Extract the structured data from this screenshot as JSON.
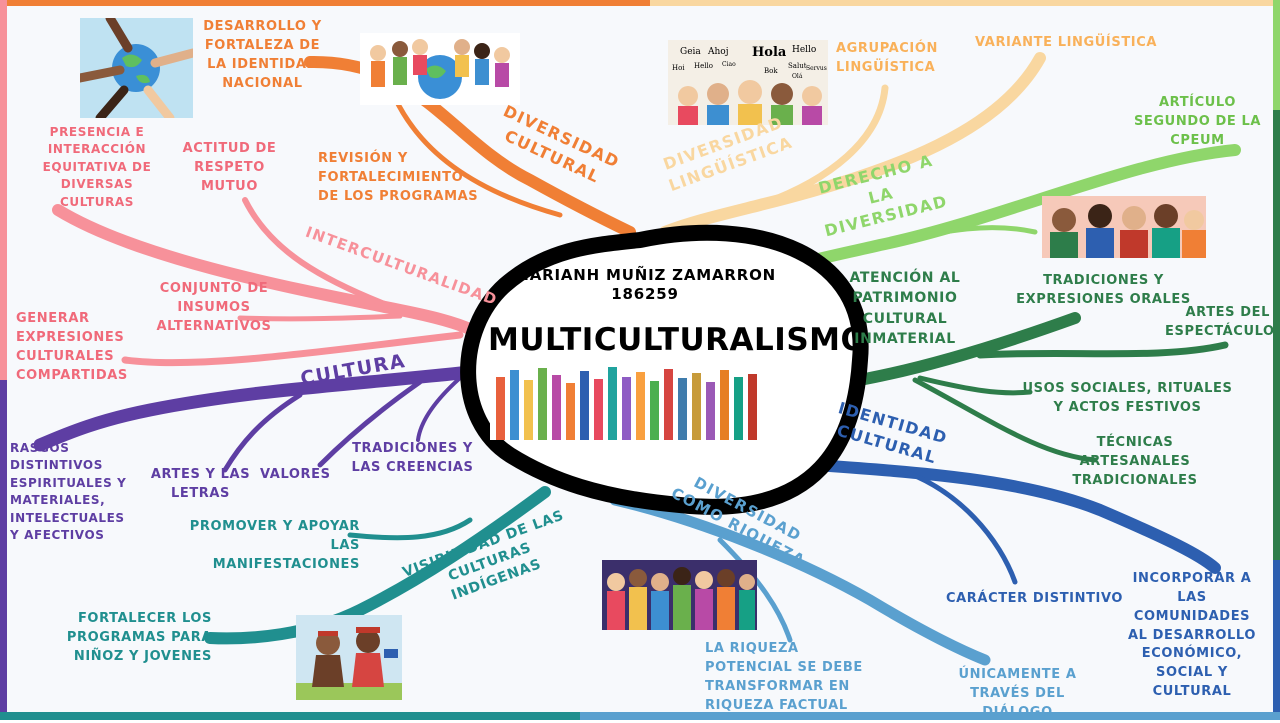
{
  "center": {
    "title": "MULTICULTURALISMO",
    "author_name": "MARIANH MUÑIZ ZAMARRON",
    "author_id": "186259"
  },
  "colors": {
    "diversidad_cultural": "#f07f35",
    "diversidad_linguistica": "#f9d7a0",
    "derecho": "#8fd66b",
    "patrimonio": "#2e7d4a",
    "identidad": "#2d5fb0",
    "riqueza": "#5aa0cf",
    "visibilidad": "#208f8f",
    "cultura": "#5e3ea3",
    "interculturalidad": "#f7919a",
    "center_ring": "#000000"
  },
  "branches": {
    "diversidad_cultural": "DIVERSIDAD CULTURAL",
    "diversidad_linguistica": "DIVERSIDAD LINGÜÍSTICA",
    "derecho": "DERECHO A LA DIVERSIDAD",
    "patrimonio": "ATENCIÓN AL PATRIMONIO CULTURAL INMATERIAL",
    "identidad": "IDENTIDAD CULTURAL",
    "riqueza": "DIVERSIDAD COMO RIQUEZA",
    "visibilidad": "VISIBILIDAD DE LAS CULTURAS INDÍGENAS",
    "cultura": "CULTURA",
    "interculturalidad": "INTERCULTURALIDAD"
  },
  "leaves": {
    "identidad_nacional": "DESARROLLO Y FORTALEZA DE LA IDENTIDAD NACIONAL",
    "revision": "REVISIÓN Y FORTALECIMIENTO DE LOS PROGRAMAS",
    "agrupacion": "AGRUPACIÓN LINGÜÍSTICA",
    "variante": "VARIANTE LINGÜÍSTICA",
    "articulo": "ARTÍCULO SEGUNDO DE LA CPEUM",
    "tradiciones_orales": "TRADICIONES Y EXPRESIONES ORALES",
    "artes_espectaculo": "ARTES DEL ESPECTÁCULO",
    "usos_sociales": "USOS SOCIALES, RITUALES Y ACTOS FESTIVOS",
    "tecnicas": "TÉCNICAS ARTESANALES TRADICIONALES",
    "caracter": "CARÁCTER DISTINTIVO",
    "incorporar": "INCORPORAR A LAS COMUNIDADES AL DESARROLLO ECONÓMICO, SOCIAL Y CULTURAL",
    "dialogo": "ÚNICAMENTE A TRAVÉS DEL DIÁLOGO",
    "riqueza_potencial": "LA RIQUEZA POTENCIAL SE DEBE TRANSFORMAR EN RIQUEZA FACTUAL",
    "promover": "PROMOVER Y APOYAR LAS MANIFESTACIONES",
    "fortalecer": "FORTALECER LOS PROGRAMAS PARA NIÑOZ Y JOVENES",
    "rasgos": "RASGOS DISTINTIVOS ESPIRITUALES Y MATERIALES, INTELECTUALES Y AFECTIVOS",
    "artes_letras": "ARTES Y LAS LETRAS",
    "valores": "VALORES",
    "tradiciones_creencias": "TRADICIONES Y LAS CREENCIAS",
    "presencia": "PRESENCIA E INTERACCIÓN EQUITATIVA DE DIVERSAS CULTURAS",
    "actitud": "ACTITUD DE RESPETO MUTUO",
    "insumos": "CONJUNTO DE INSUMOS ALTERNATIVOS",
    "generar": "GENERAR EXPRESIONES CULTURALES COMPARTIDAS"
  },
  "images": {
    "world_hands": "hands-around-globe-illustration",
    "children_globe": "children-around-globe-illustration",
    "greetings": "people-greeting-in-many-languages",
    "greeting_words": [
      "Hola",
      "Hello",
      "Geia",
      "Ahoj",
      "Hoi",
      "Ciao",
      "Bok",
      "Salut",
      "Servus",
      "Olá"
    ],
    "diverse_faces": "diverse-people-portrait",
    "raised_hands": "raised-multicolor-hands",
    "crowd": "diverse-crowd-illustration",
    "indigenous_kids": "indigenous-children-illustration"
  }
}
